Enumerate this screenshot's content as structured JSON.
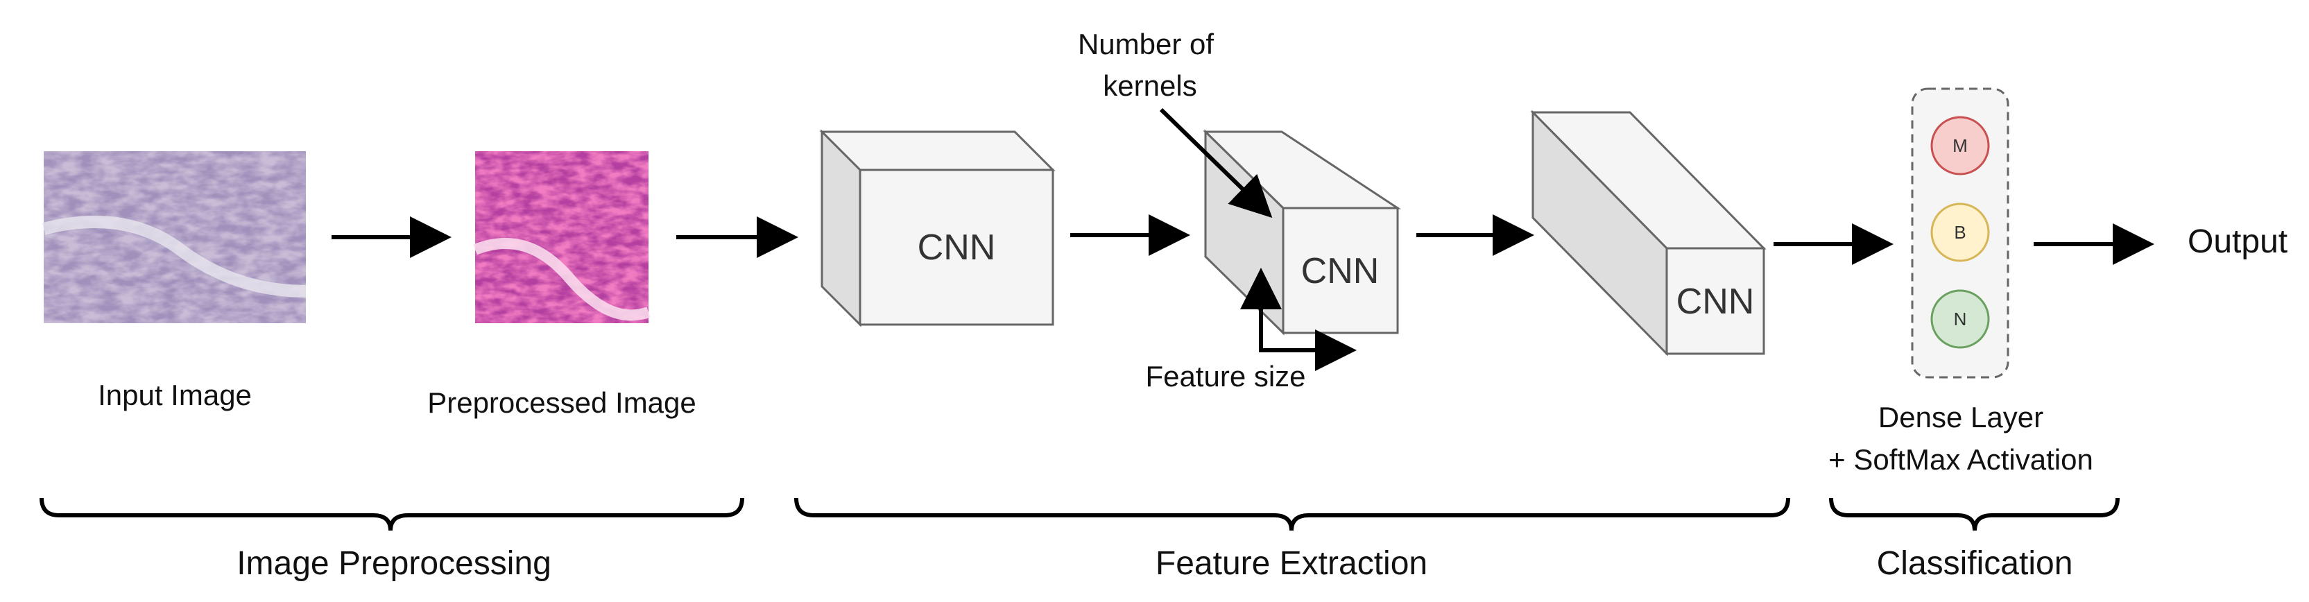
{
  "labels": {
    "input_image": "Input Image",
    "preprocessed_image": "Preprocessed Image",
    "cnn_1": "CNN",
    "cnn_2": "CNN",
    "cnn_3": "CNN",
    "kernels_line1": "Number of",
    "kernels_line2": "kernels",
    "feature_size": "Feature size",
    "dense_line1": "Dense Layer",
    "dense_line2": "+ SoftMax Activation",
    "output": "Output"
  },
  "stages": {
    "preprocessing": "Image Preprocessing",
    "feature_extraction": "Feature Extraction",
    "classification": "Classification"
  },
  "output_nodes": [
    {
      "label": "M",
      "fill": "#f8cecc",
      "stroke": "#c85050"
    },
    {
      "label": "B",
      "fill": "#fff2cc",
      "stroke": "#d6b656"
    },
    {
      "label": "N",
      "fill": "#d5e8d4",
      "stroke": "#6aa060"
    }
  ],
  "colors": {
    "input_tissue": "#9a86b0",
    "preprocessed_tissue": "#e040a0",
    "cnn_face": "#f5f5f5",
    "cnn_side": "#dedede",
    "cnn_stroke": "#666666"
  }
}
